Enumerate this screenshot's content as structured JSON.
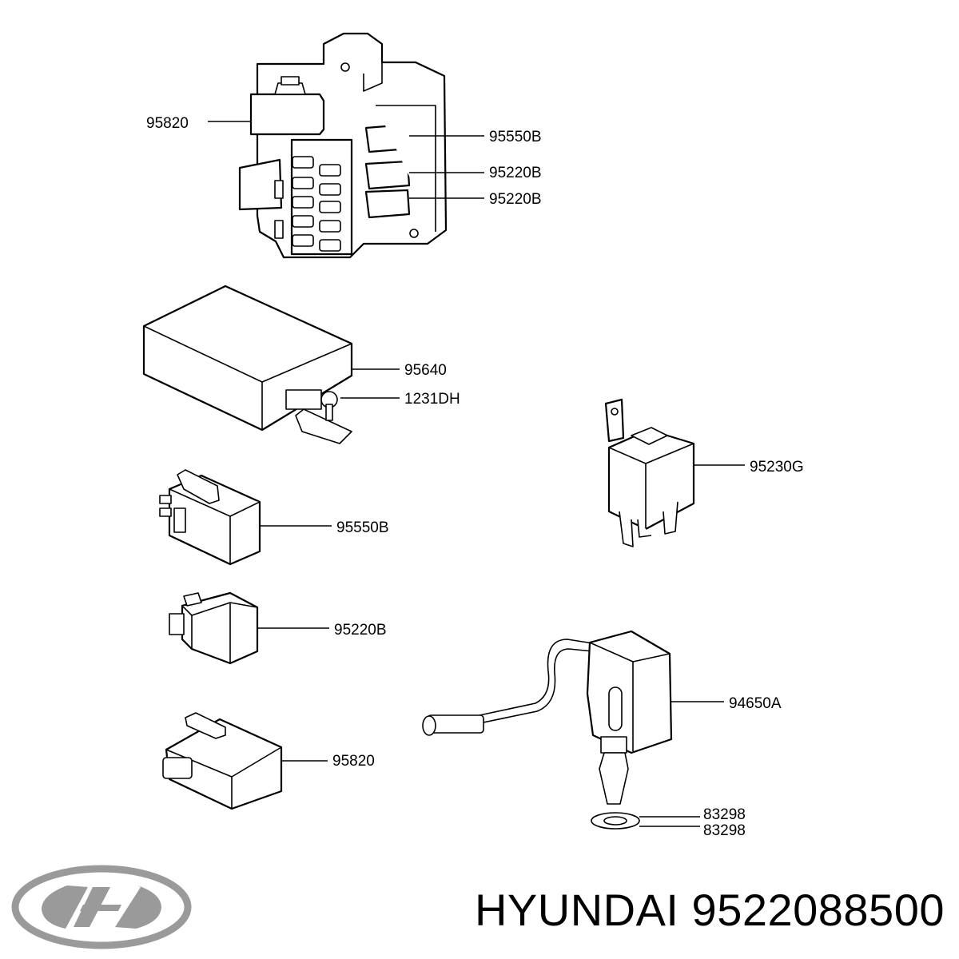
{
  "labels": {
    "fuse_box_95820": "95820",
    "fuse_box_95550b": "95550B",
    "fuse_box_95220b_top": "95220B",
    "fuse_box_95220b_bottom": "95220B",
    "control_unit": "95640",
    "bolt": "1231DH",
    "relay_95230g": "95230G",
    "flasher_95550b": "95550B",
    "relay_95220b": "95220B",
    "sensor_94650a": "94650A",
    "relay_95820": "95820",
    "washer_top": "83298",
    "washer_bottom": "83298"
  },
  "footer": {
    "brand": "HYUNDAI",
    "part_number": "9522088500",
    "logo_color": "#9a9a9a"
  }
}
